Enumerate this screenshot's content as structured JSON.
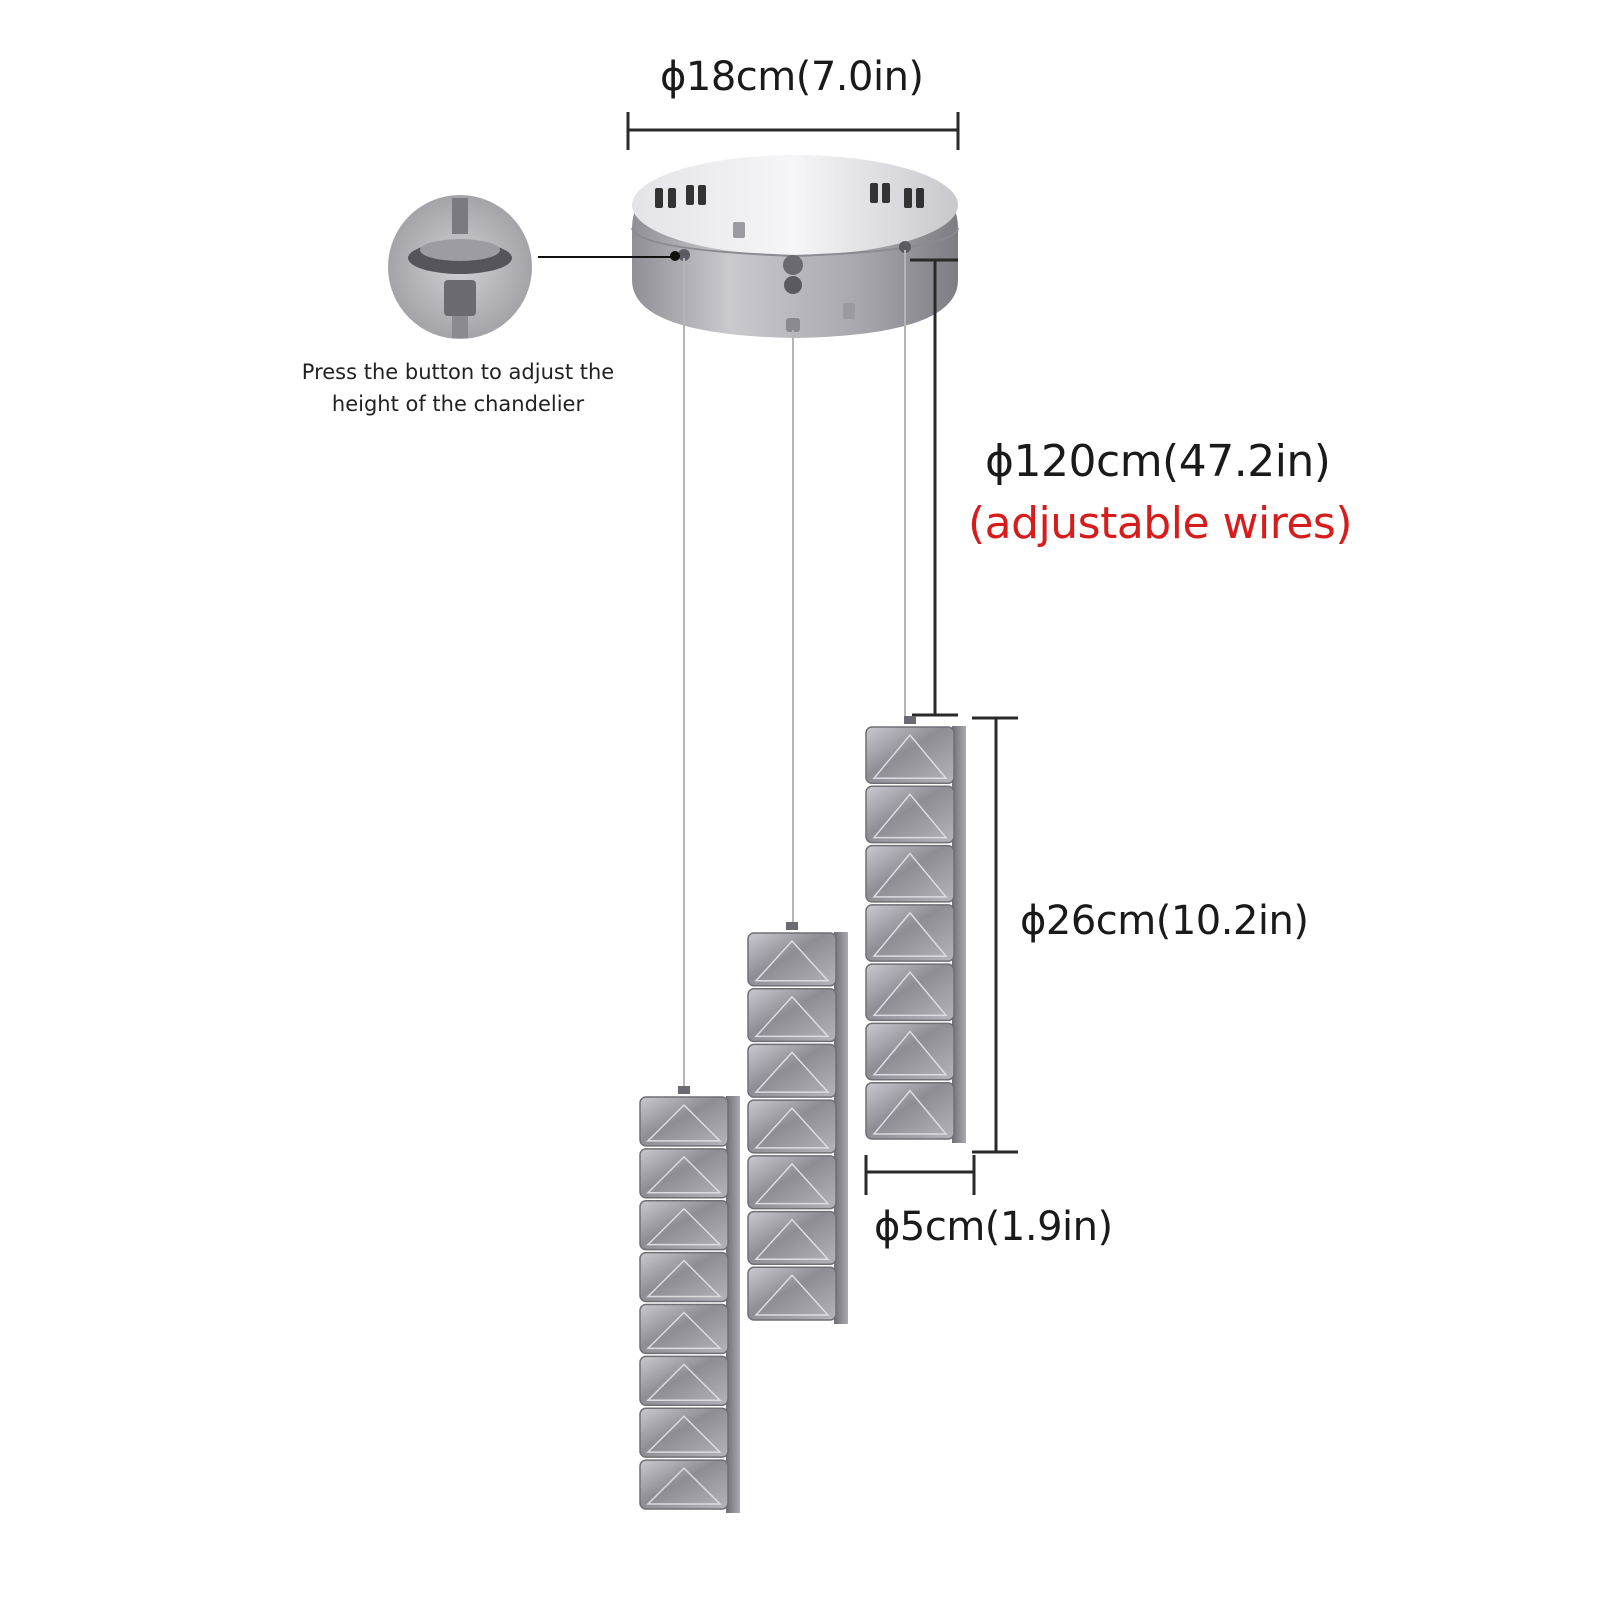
{
  "dimensions": {
    "canopy_diameter": "ϕ18cm(7.0in)",
    "wire_length": "ϕ120cm(47.2in)",
    "wire_note": "(adjustable wires)",
    "pendant_height": "ϕ26cm(10.2in)",
    "pendant_width": "ϕ5cm(1.9in)"
  },
  "callout": {
    "line1": "Press the button to adjust the",
    "line2": "height of the chandelier"
  },
  "colors": {
    "dimension_line": "#2a2a2a",
    "accent_red": "#d71c1c",
    "chrome": "#b9b9bf",
    "crystal": "#9a9aa0"
  },
  "icons": [
    "adjust-button-detail-icon",
    "ceiling-canopy",
    "crystal-pendant"
  ]
}
